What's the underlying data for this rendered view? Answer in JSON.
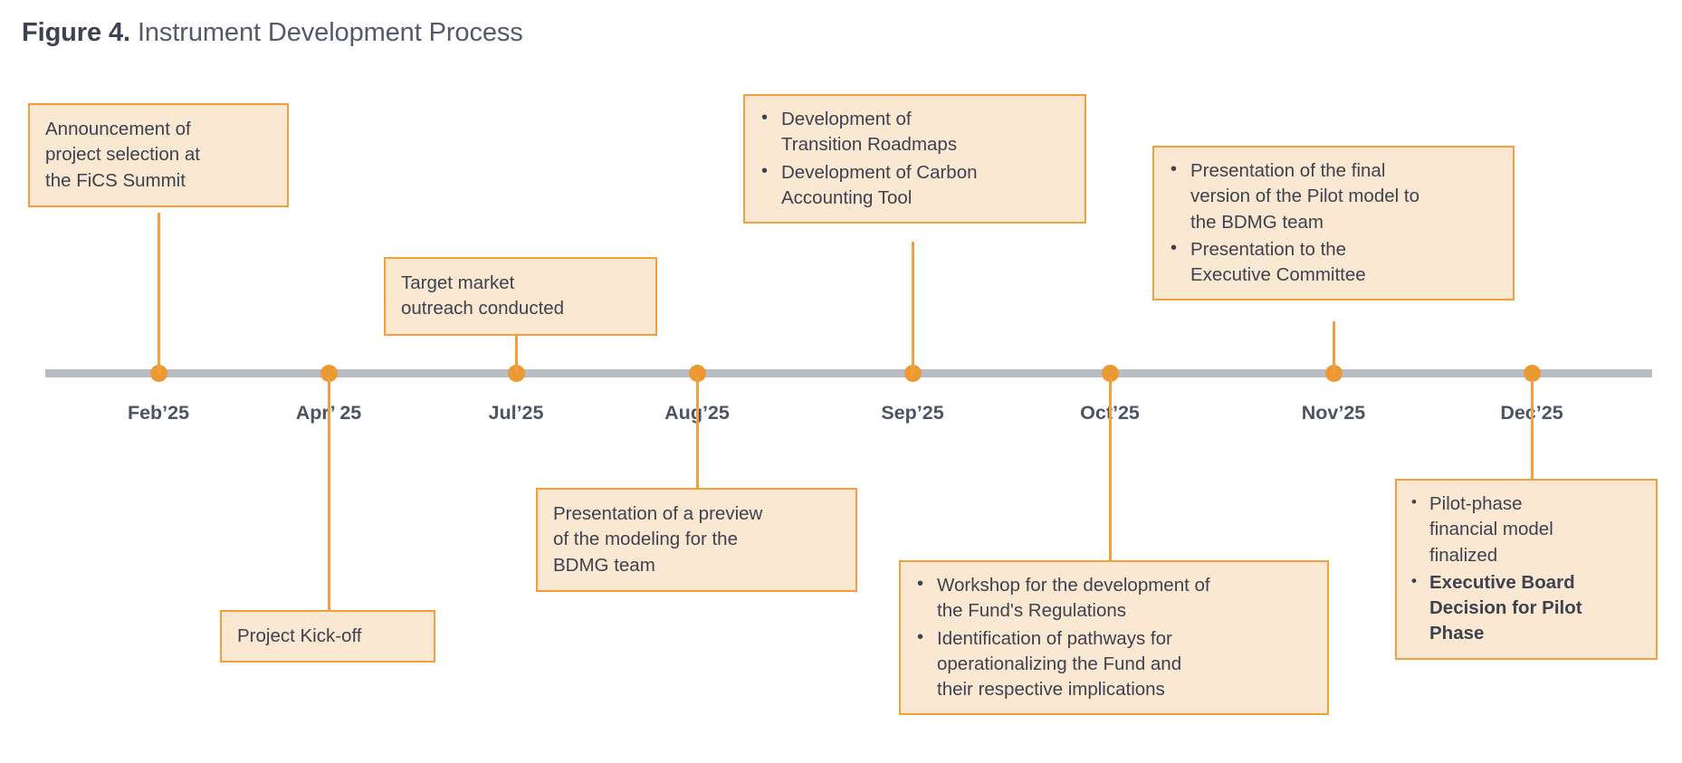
{
  "figure": {
    "label": "Figure 4.",
    "title": "Instrument Development Process"
  },
  "colors": {
    "axis": "#b9bbc5",
    "marker": "#eb9933",
    "connector": "#efa040",
    "box_fill": "#fbe8d2",
    "box_border": "#f0a03c",
    "text": "#3d4250",
    "title_label": "#3d4250",
    "title_text": "#55596a",
    "background": "#ffffff"
  },
  "timeline": {
    "milestones": [
      {
        "id": "feb25",
        "label": "Feb’25"
      },
      {
        "id": "apr25",
        "label": "Apr’ 25"
      },
      {
        "id": "jul25",
        "label": "Jul’25"
      },
      {
        "id": "aug25",
        "label": "Aug’25"
      },
      {
        "id": "sep25",
        "label": "Sep’25"
      },
      {
        "id": "oct25",
        "label": "Oct’25"
      },
      {
        "id": "nov25",
        "label": "Nov’25"
      },
      {
        "id": "dec25",
        "label": "Dec’25"
      }
    ]
  },
  "boxes": {
    "feb25": {
      "text": "Announcement of\nproject selection at\nthe FiCS Summit"
    },
    "apr25": {
      "text": "Project Kick-off"
    },
    "jul25": {
      "text": "Target market\noutreach conducted"
    },
    "aug25": {
      "text": "Presentation of a preview\nof the modeling for the\nBDMG team"
    },
    "sep25": {
      "bullets": [
        {
          "text": "Development of\nTransition Roadmaps",
          "bold": false
        },
        {
          "text": "Development of Carbon\nAccounting Tool",
          "bold": false
        }
      ]
    },
    "oct25": {
      "bullets": [
        {
          "text": "Workshop for the development of\nthe Fund's Regulations",
          "bold": false
        },
        {
          "text": "Identification of pathways for\noperationalizing the Fund and\ntheir respective implications",
          "bold": false
        }
      ]
    },
    "nov25": {
      "bullets": [
        {
          "text": "Presentation of the final\nversion of the Pilot model to\nthe BDMG team",
          "bold": false
        },
        {
          "text": "Presentation to the\nExecutive Committee",
          "bold": false
        }
      ]
    },
    "dec25": {
      "bullets": [
        {
          "text": "Pilot-phase\nfinancial model\nfinalized",
          "bold": false
        },
        {
          "text": "Executive Board\nDecision for Pilot\nPhase",
          "bold": true
        }
      ]
    }
  }
}
